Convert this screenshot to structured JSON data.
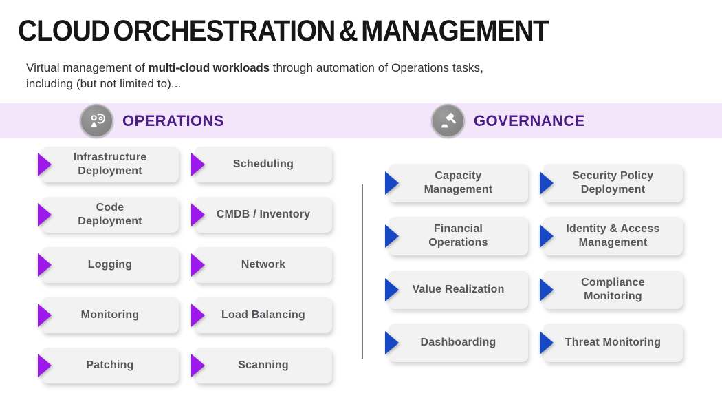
{
  "title": "CLOUD ORCHESTRATION & MANAGEMENT",
  "subtitle": {
    "prefix": "Virtual management of ",
    "bold": "multi-cloud workloads",
    "suffix": " through automation of Operations tasks,\nincluding (but not limited to)..."
  },
  "colors": {
    "band_background": "#F3E6FB",
    "section_header_text": "#4B1C87",
    "operations_arrow": "#9C18EB",
    "governance_arrow": "#1648C6",
    "card_background": "#F2F2F3",
    "card_text": "#55565A",
    "title_text": "#161616",
    "divider": "#7F7F7F"
  },
  "sections": [
    {
      "id": "operations",
      "label": "OPERATIONS",
      "icon": "person-gear-icon",
      "columns": [
        [
          "Infrastructure\nDeployment",
          "Code\nDeployment",
          "Logging",
          "Monitoring",
          "Patching"
        ],
        [
          "Scheduling",
          "CMDB / Inventory",
          "Network",
          "Load Balancing",
          "Scanning"
        ]
      ]
    },
    {
      "id": "governance",
      "label": "GOVERNANCE",
      "icon": "gavel-icon",
      "columns": [
        [
          "Capacity\nManagement",
          "Financial\nOperations",
          "Value Realization",
          "Dashboarding"
        ],
        [
          "Security Policy\nDeployment",
          "Identity & Access\nManagement",
          "Compliance\nMonitoring",
          "Threat Monitoring"
        ]
      ]
    }
  ]
}
